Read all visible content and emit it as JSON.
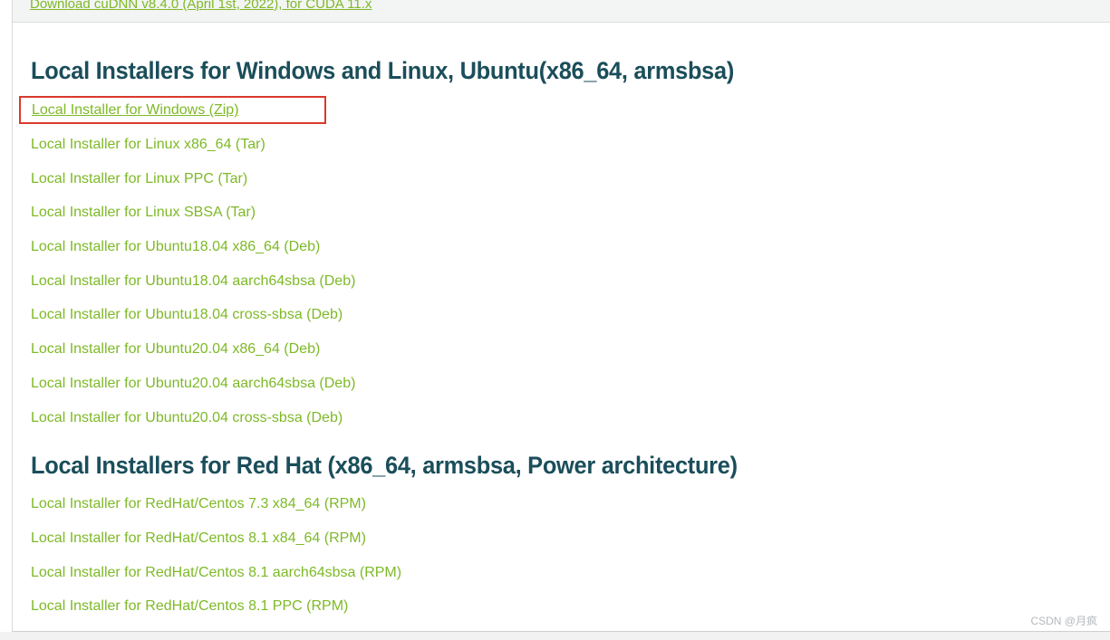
{
  "accordion": {
    "header_link": "Download cuDNN v8.4.0 (April 1st, 2022), for CUDA 11.x"
  },
  "sections": [
    {
      "heading": "Local Installers for Windows and Linux, Ubuntu(x86_64, armsbsa)",
      "links": [
        {
          "label": "Local Installer for Windows (Zip)",
          "highlighted": true,
          "underlined": true
        },
        {
          "label": "Local Installer for Linux x86_64 (Tar)"
        },
        {
          "label": "Local Installer for Linux PPC (Tar)"
        },
        {
          "label": "Local Installer for Linux SBSA (Tar)"
        },
        {
          "label": "Local Installer for Ubuntu18.04 x86_64 (Deb)"
        },
        {
          "label": "Local Installer for Ubuntu18.04 aarch64sbsa (Deb)"
        },
        {
          "label": "Local Installer for Ubuntu18.04 cross-sbsa (Deb)"
        },
        {
          "label": "Local Installer for Ubuntu20.04 x86_64 (Deb)"
        },
        {
          "label": "Local Installer for Ubuntu20.04 aarch64sbsa (Deb)"
        },
        {
          "label": "Local Installer for Ubuntu20.04 cross-sbsa (Deb)"
        }
      ]
    },
    {
      "heading": "Local Installers for Red Hat (x86_64, armsbsa, Power architecture)",
      "links": [
        {
          "label": "Local Installer for RedHat/Centos 7.3 x84_64 (RPM)"
        },
        {
          "label": "Local Installer for RedHat/Centos 8.1 x84_64 (RPM)"
        },
        {
          "label": "Local Installer for RedHat/Centos 8.1 aarch64sbsa (RPM)"
        },
        {
          "label": "Local Installer for RedHat/Centos 8.1 PPC (RPM)"
        }
      ]
    }
  ],
  "watermark": "CSDN @月疯",
  "colors": {
    "link_green": "#7eb927",
    "heading_teal": "#1a4e5a",
    "highlight_red": "#d93a2b"
  }
}
